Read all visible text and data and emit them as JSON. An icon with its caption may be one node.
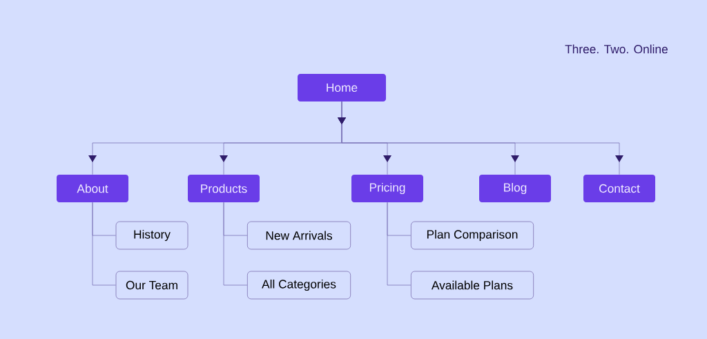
{
  "diagram": {
    "nodes": [
      {
        "text": [
          "Home"
        ]
      },
      {
        "text": [
          "About"
        ]
      },
      {
        "text": [
          "Products"
        ]
      },
      {
        "text": [
          "Pricing"
        ]
      },
      {
        "text": [
          "Blog"
        ]
      },
      {
        "text": [
          "Contact"
        ]
      },
      {
        "text": [
          "History"
        ]
      },
      {
        "text": [
          "Our Team"
        ]
      },
      {
        "text": [
          "New Arrivals"
        ]
      },
      {
        "text": [
          "All Categories"
        ]
      },
      {
        "text": [
          "Plan Comparison"
        ]
      },
      {
        "text": [
          "Available Plans"
        ]
      }
    ],
    "edges": [
      {
        "from": 0,
        "to": 1,
        "arrow": "to"
      },
      {
        "from": 0,
        "to": 2,
        "arrow": "to"
      },
      {
        "from": 0,
        "to": 3,
        "arrow": "to"
      },
      {
        "from": 0,
        "to": 4,
        "arrow": "to"
      },
      {
        "from": 0,
        "to": 5,
        "arrow": "to"
      },
      {
        "from": 1,
        "to": 6,
        "arrow": "none"
      },
      {
        "from": 1,
        "to": 7,
        "arrow": "none"
      },
      {
        "from": 2,
        "to": 8,
        "arrow": "none"
      },
      {
        "from": 2,
        "to": 9,
        "arrow": "none"
      },
      {
        "from": 3,
        "to": 10,
        "arrow": "none"
      },
      {
        "from": 3,
        "to": 11,
        "arrow": "none"
      }
    ],
    "labels": [
      "Three. Two. Online"
    ]
  }
}
